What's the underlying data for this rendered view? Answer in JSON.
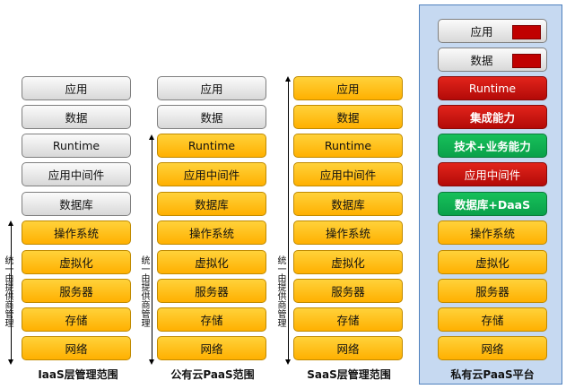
{
  "columns": [
    {
      "caption": "IaaS层管理范围",
      "side_label": "统一由提供商管理",
      "layers": [
        "应用",
        "数据",
        "Runtime",
        "应用中间件",
        "数据库",
        "操作系统",
        "虚拟化",
        "服务器",
        "存储",
        "网络"
      ]
    },
    {
      "caption": "公有云PaaS范围",
      "side_label": "统一由提供商管理",
      "layers": [
        "应用",
        "数据",
        "Runtime",
        "应用中间件",
        "数据库",
        "操作系统",
        "虚拟化",
        "服务器",
        "存储",
        "网络"
      ]
    },
    {
      "caption": "SaaS层管理范围",
      "side_label": "统一由提供商管理",
      "layers": [
        "应用",
        "数据",
        "Runtime",
        "应用中间件",
        "数据库",
        "操作系统",
        "虚拟化",
        "服务器",
        "存储",
        "网络"
      ]
    },
    {
      "caption": "私有云PaaS平台",
      "top_layers": [
        "应用",
        "数据"
      ],
      "layers": [
        "Runtime",
        "集成能力",
        "技术+业务能力",
        "应用中间件",
        "数据库+DaaS",
        "操作系统",
        "虚拟化",
        "服务器",
        "存储",
        "网络"
      ]
    }
  ],
  "colors": {
    "provider": "#ffc000",
    "user": "#e0e0e0",
    "highlight_red": "#c00000",
    "highlight_green": "#00b050",
    "panel": "#c6d9f1"
  }
}
